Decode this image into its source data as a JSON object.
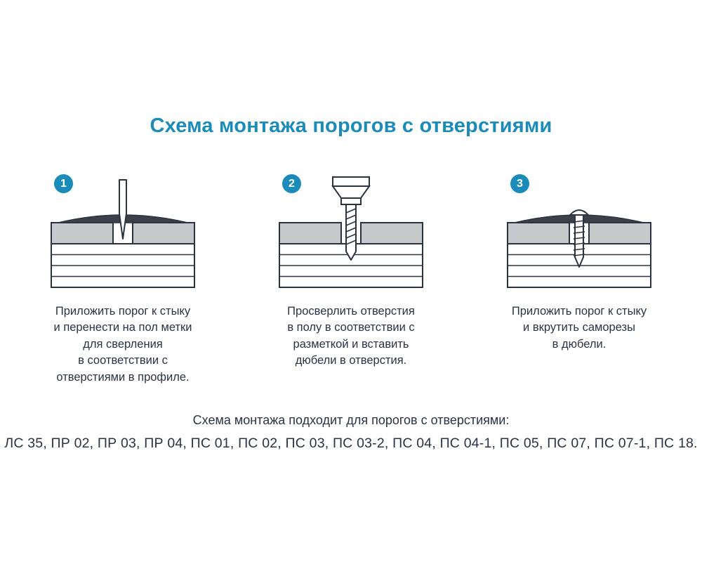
{
  "page": {
    "title": "Схема монтажа порогов с отверстиями"
  },
  "steps": [
    {
      "number": "1",
      "caption": "Приложить порог к стыку\nи перенести на пол метки\nдля сверления\nв соответствии с\nотверстиями в профиле."
    },
    {
      "number": "2",
      "caption": "Просверлить отверстия\nв полу в соответствии с\nразметкой и вставить\nдюбели в отверстия."
    },
    {
      "number": "3",
      "caption": "Приложить порог к стыку\nи вкрутить саморезы\nв дюбели."
    }
  ],
  "footer": {
    "line1": "Схема монтажа подходит для порогов с отверстиями:",
    "line2": "ЛС 35, ПР 02, ПР 03, ПР 04, ПС 01, ПС 02, ПС 03, ПС 03-2, ПС 04, ПС 04-1, ПС 05, ПС 07, ПС 07-1, ПС 18."
  },
  "colors": {
    "accent": "#1b8cba",
    "text": "#2a3344",
    "floor_gray": "#c6c9cc",
    "threshold_dark": "#3b4049"
  }
}
